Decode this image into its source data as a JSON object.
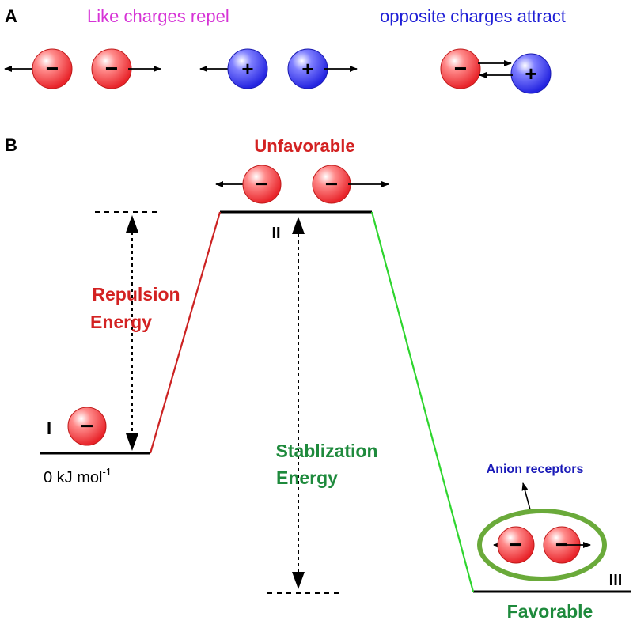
{
  "panel_a": {
    "label": "A",
    "like_caption": "Like charges repel",
    "opposite_caption": "opposite charges attract",
    "like_color": "#d633d6",
    "opposite_color": "#1f1fd6"
  },
  "panel_b": {
    "label": "B",
    "unfavorable": "Unfavorable",
    "state_1": "I",
    "state_2": "II",
    "state_3": "III",
    "zero_label": "0 kJ mol",
    "zero_sup": "-1",
    "repulsion_1": "Repulsion",
    "repulsion_2": "Energy",
    "stabilization_1": "Stablization",
    "stabilization_2": "Energy",
    "receptors": "Anion receptors",
    "favorable": "Favorable"
  },
  "charges": {
    "negative": "−",
    "positive": "+"
  },
  "colors": {
    "anion": "#e8242a",
    "cation": "#2424e0",
    "repulsion_text": "#d32222",
    "stabilization_text": "#1e8a3c",
    "uphill_line": "#cc2222",
    "downhill_line": "#2ed52e",
    "receptor_ring": "#6aaa3a",
    "receptor_text": "#1a1ab8"
  }
}
